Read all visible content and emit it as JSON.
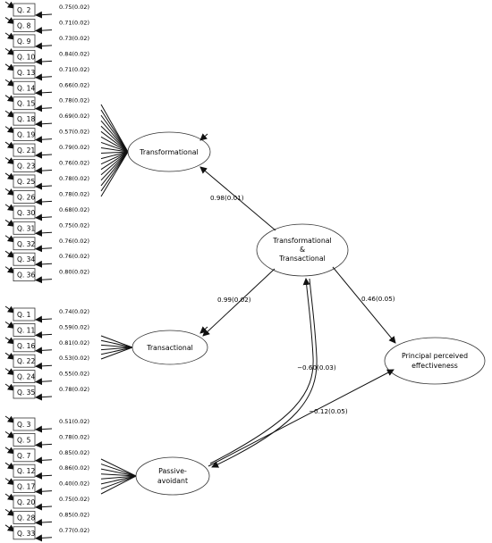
{
  "latents": {
    "transformational": "Transformational",
    "transactional": "Transactional",
    "passive_line1": "Passive-",
    "passive_line2": "avoidant",
    "higher_line1": "Transformational",
    "higher_line2": "&",
    "higher_line3": "Transactional",
    "outcome_line1": "Principal perceived",
    "outcome_line2": "effectiveness"
  },
  "paths": {
    "higher_to_transformational": "0.98(0.01)",
    "higher_to_transactional": "0.99(0.02)",
    "higher_to_outcome": "0.46(0.05)",
    "higher_passive_covariance": "−0.60(0.03)",
    "passive_to_outcome": "−0.12(0.05)"
  },
  "groups": {
    "transformational": [
      {
        "label": "Q. 2",
        "loading": "0.75(0.02)"
      },
      {
        "label": "Q. 8",
        "loading": "0.71(0.02)"
      },
      {
        "label": "Q. 9",
        "loading": "0.73(0.02)"
      },
      {
        "label": "Q. 10",
        "loading": "0.84(0.02)"
      },
      {
        "label": "Q. 13",
        "loading": "0.71(0.02)"
      },
      {
        "label": "Q. 14",
        "loading": "0.66(0.02)"
      },
      {
        "label": "Q. 15",
        "loading": "0.78(0.02)"
      },
      {
        "label": "Q. 18",
        "loading": "0.69(0.02)"
      },
      {
        "label": "Q. 19",
        "loading": "0.57(0.02)"
      },
      {
        "label": "Q. 21",
        "loading": "0.79(0.02)"
      },
      {
        "label": "Q. 23",
        "loading": "0.76(0.02)"
      },
      {
        "label": "Q. 25",
        "loading": "0.78(0.02)"
      },
      {
        "label": "Q. 26",
        "loading": "0.78(0.02)"
      },
      {
        "label": "Q. 30",
        "loading": "0.68(0.02)"
      },
      {
        "label": "Q. 31",
        "loading": "0.75(0.02)"
      },
      {
        "label": "Q. 32",
        "loading": "0.76(0.02)"
      },
      {
        "label": "Q. 34",
        "loading": "0.76(0.02)"
      },
      {
        "label": "Q. 36",
        "loading": "0.80(0.02)"
      }
    ],
    "transactional": [
      {
        "label": "Q. 1",
        "loading": "0.74(0.02)"
      },
      {
        "label": "Q. 11",
        "loading": "0.59(0.02)"
      },
      {
        "label": "Q. 16",
        "loading": "0.81(0.02)"
      },
      {
        "label": "Q. 22",
        "loading": "0.53(0.02)"
      },
      {
        "label": "Q. 24",
        "loading": "0.55(0.02)"
      },
      {
        "label": "Q. 35",
        "loading": "0.78(0.02)"
      }
    ],
    "passive": [
      {
        "label": "Q. 3",
        "loading": "0.51(0.02)"
      },
      {
        "label": "Q. 5",
        "loading": "0.78(0.02)"
      },
      {
        "label": "Q. 7",
        "loading": "0.85(0.02)"
      },
      {
        "label": "Q. 12",
        "loading": "0.86(0.02)"
      },
      {
        "label": "Q. 17",
        "loading": "0.40(0.02)"
      },
      {
        "label": "Q. 20",
        "loading": "0.75(0.02)"
      },
      {
        "label": "Q. 28",
        "loading": "0.85(0.02)"
      },
      {
        "label": "Q. 33",
        "loading": "0.77(0.02)"
      }
    ]
  }
}
